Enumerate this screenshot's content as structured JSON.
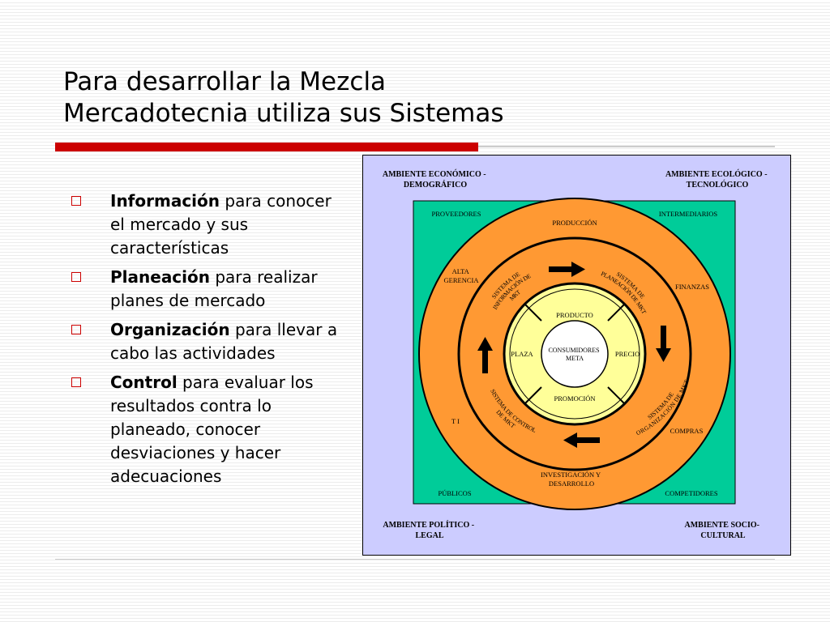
{
  "slide": {
    "title_line1": "Para desarrollar la Mezcla",
    "title_line2": "Mercadotecnia utiliza sus Sistemas"
  },
  "bullets": [
    {
      "term": "Información",
      "text": " para conocer el mercado y sus características"
    },
    {
      "term": "Planeación",
      "text": " para realizar planes de mercado"
    },
    {
      "term": "Organización",
      "text": " para llevar a cabo las actividades"
    },
    {
      "term": "Control",
      "text": " para evaluar los resultados contra lo planeado, conocer desviaciones y hacer adecuaciones"
    }
  ],
  "diagram": {
    "colors": {
      "outer_bg": "#ccccff",
      "square": "#00cc99",
      "orange": "#ff9933",
      "inner": "#ffff99",
      "outline": "#000000",
      "bullet": "#cc0000"
    },
    "environments": {
      "top_left": [
        "AMBIENTE ECONÓMICO -",
        "DEMOGRÁFICO"
      ],
      "top_right": [
        "AMBIENTE ECOLÓGICO -",
        "TECNOLÓGICO"
      ],
      "bottom_left": [
        "AMBIENTE POLÍTICO -",
        "LEGAL"
      ],
      "bottom_right": [
        "AMBIENTE SOCIO-",
        "CULTURAL"
      ]
    },
    "external": {
      "proveedores": "PROVEEDORES",
      "intermediarios": "INTERMEDIARIOS",
      "publicos": "PÚBLICOS",
      "competidores": "COMPETIDORES"
    },
    "company": {
      "produccion": "PRODUCCIÓN",
      "alta_gerencia": [
        "ALTA",
        "GERENCIA"
      ],
      "finanzas": "FINANZAS",
      "ti": "T I",
      "compras": "COMPRAS",
      "investigacion": [
        "INVESTIGACIÓN Y",
        "DESARROLLO"
      ]
    },
    "systems": {
      "informacion": [
        "SISTEMA DE",
        "INFORMACIÓN DE",
        "MKT"
      ],
      "planeacion": [
        "SISTEMA DE",
        "PLANEACIÓN DE MKT"
      ],
      "organizacion": [
        "SISTEMA DE",
        "ORGANIZACIÓN DE MKT"
      ],
      "control": [
        "SISTEMA DE CONTROL",
        "DE MKT"
      ]
    },
    "mix": {
      "producto": "PRODUCTO",
      "precio": "PRECIO",
      "promocion": "PROMOCIÓN",
      "plaza": "PLAZA"
    },
    "center": [
      "CONSUMIDORES",
      "META"
    ]
  }
}
